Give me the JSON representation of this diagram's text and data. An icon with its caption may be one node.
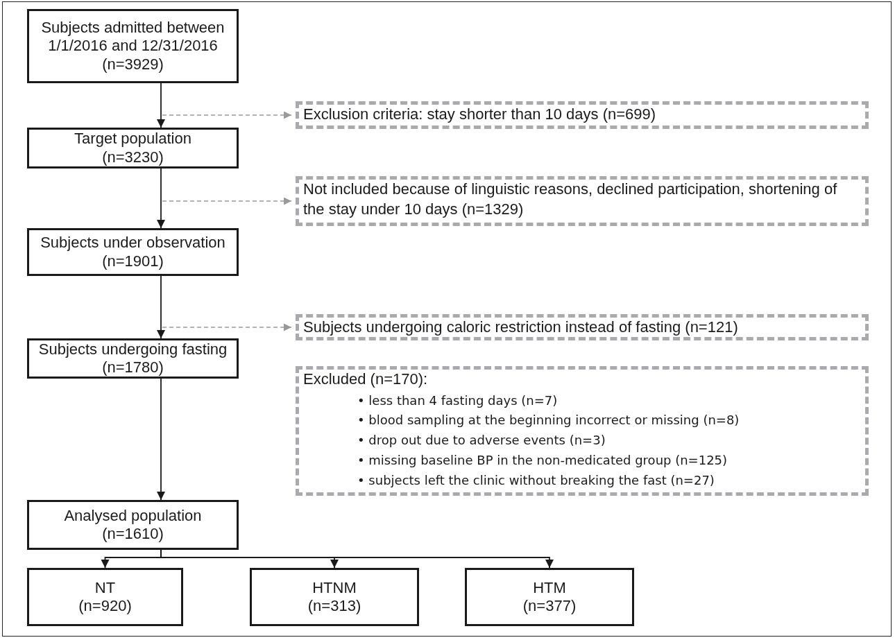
{
  "diagram": {
    "nodes": [
      {
        "text": [
          "Subjects admitted between 1/1/2016 and 12/31/2016",
          "(n=3929)"
        ]
      },
      {
        "text": [
          "Exclusion criteria: stay shorter than 10 days (n=699)"
        ]
      },
      {
        "text": [
          "Target population",
          "(n=3230)"
        ]
      },
      {
        "text": [
          "Not included because of linguistic reasons, declined participation, shortening of the stay under 10 days (n=1329)"
        ]
      },
      {
        "text": [
          "Subjects under observation",
          "(n=1901)"
        ]
      },
      {
        "text": [
          "Subjects undergoing caloric restriction instead of fasting (n=121)"
        ]
      },
      {
        "text": [
          "Subjects undergoing fasting",
          "(n=1780)"
        ]
      },
      {
        "text": [
          "Excluded (n=170):",
          "• less than 4 fasting days (n=7)",
          "• blood sampling at the beginning incorrect or missing (n=8)",
          "• drop out due to adverse events (n=3)",
          "• missing baseline BP in the non-medicated group (n=125)",
          "• subjects left the clinic without breaking the fast (n=27)"
        ]
      },
      {
        "text": [
          "Analysed population",
          "(n=1610)"
        ]
      },
      {
        "text": [
          "NT",
          "(n=920)"
        ]
      },
      {
        "text": [
          "HTNM",
          "(n=313)"
        ]
      },
      {
        "text": [
          "HTM",
          "(n=377)"
        ]
      }
    ],
    "edges": [
      {
        "from": 0,
        "to": 2,
        "arrow": "to"
      },
      {
        "from": null,
        "to": 1,
        "arrow": "to",
        "style": "dashed",
        "color": "#999999"
      },
      {
        "from": 2,
        "to": 4,
        "arrow": "to"
      },
      {
        "from": null,
        "to": 3,
        "arrow": "to",
        "style": "dashed",
        "color": "#999999"
      },
      {
        "from": 4,
        "to": 6,
        "arrow": "to"
      },
      {
        "from": null,
        "to": 5,
        "arrow": "to",
        "style": "dashed",
        "color": "#999999"
      },
      {
        "from": 6,
        "to": 8,
        "arrow": "to"
      },
      {
        "from": 8,
        "to": 9,
        "arrow": "to"
      },
      {
        "from": 8,
        "to": 10,
        "arrow": "to"
      },
      {
        "from": 8,
        "to": 11,
        "arrow": "to"
      }
    ]
  }
}
